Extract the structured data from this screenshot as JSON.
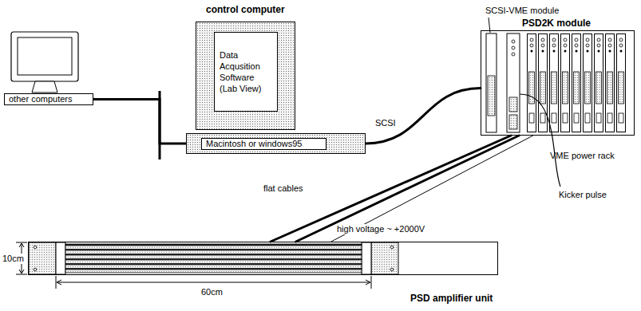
{
  "diagram": {
    "nodes": [
      {
        "text": [
          "other computers"
        ]
      },
      {
        "text": [
          "control computer"
        ]
      },
      {
        "text": [
          "Data Acqusition Software (Lab View)"
        ],
        "in": 1
      },
      {
        "text": [
          "Macintosh or windows95"
        ]
      },
      {
        "text": [
          "VME power rack"
        ]
      },
      {
        "text": [
          "PSD amplifier unit"
        ]
      }
    ],
    "edges": [
      {
        "from": 0,
        "to": 3,
        "arrow": "none"
      },
      {
        "from": 3,
        "to": 4,
        "label": "SCSI",
        "arrow": "none"
      },
      {
        "from": 5,
        "to": 4,
        "label": "flat cables",
        "arrow": "none"
      },
      {
        "from": 5,
        "to": 4,
        "arrow": "none"
      },
      {
        "from": 5,
        "to": 4,
        "label": "high voltage ~ +2000V",
        "arrow": "none"
      }
    ],
    "labels": [
      "SCSI-VME module",
      "PSD2K module",
      "Kicker pulse",
      "10cm",
      "60cm"
    ]
  }
}
